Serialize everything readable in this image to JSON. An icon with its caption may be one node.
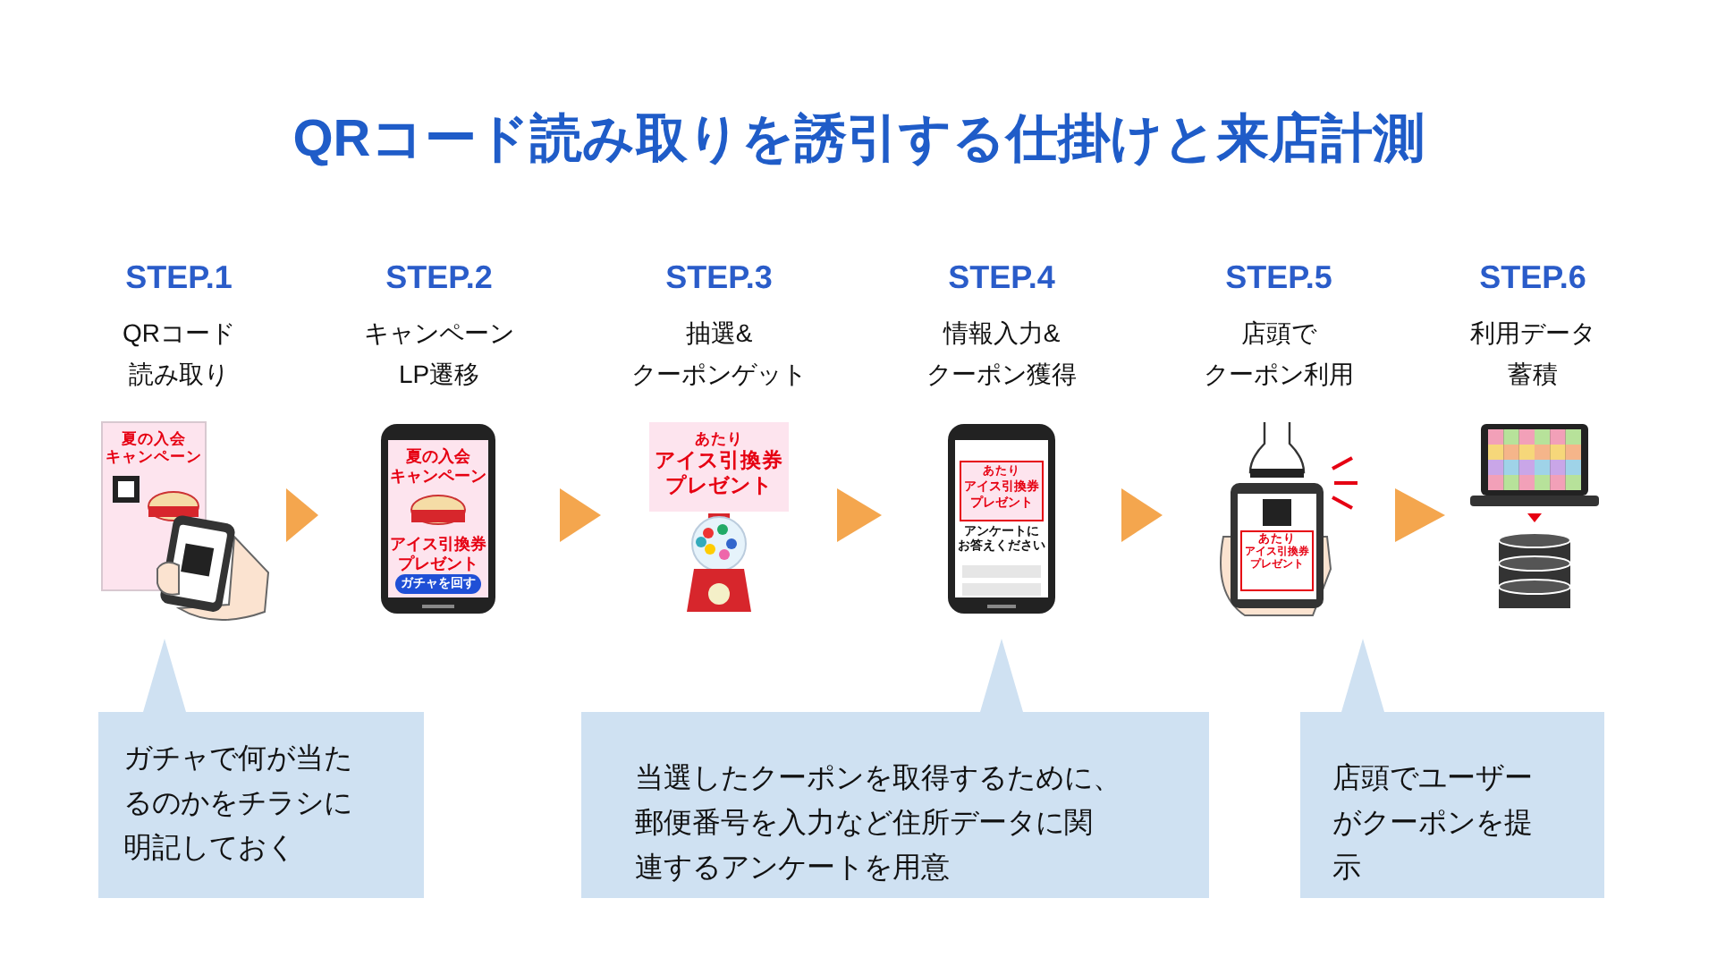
{
  "diagram": {
    "title": "QRコード読み取りを誘引する仕掛けと来店計測",
    "nodes": [
      {
        "text": [
          "STEP.1",
          "QRコード読み取り"
        ]
      },
      {
        "text": [
          "STEP.2",
          "キャンペーンLP遷移"
        ]
      },
      {
        "text": [
          "STEP.3",
          "抽選&クーポンゲット"
        ]
      },
      {
        "text": [
          "STEP.4",
          "情報入力&クーポン獲得"
        ]
      },
      {
        "text": [
          "STEP.5",
          "店頭でクーポン利用"
        ]
      },
      {
        "text": [
          "STEP.6",
          "利用データ蓄積"
        ]
      },
      {
        "text": [
          "ガチャで何が当たるのかをチラシに明記しておく"
        ]
      },
      {
        "text": [
          "当選したクーポンを取得するために、郵便番号を入力など住所データに関連するアンケートを用意"
        ]
      },
      {
        "text": [
          "店頭でユーザーがクーポンを提示"
        ]
      }
    ],
    "edges": [
      {
        "from": 0,
        "to": 1,
        "arrow": "to"
      },
      {
        "from": 1,
        "to": 2,
        "arrow": "to"
      },
      {
        "from": 2,
        "to": 3,
        "arrow": "to"
      },
      {
        "from": 3,
        "to": 4,
        "arrow": "to"
      },
      {
        "from": 4,
        "to": 5,
        "arrow": "to"
      }
    ],
    "labels": [
      "夏の入会キャンペーン",
      "夏の入会キャンペーン",
      "アイス引換券プレゼント",
      "ガチャを回す",
      "あたり",
      "アイス引換券プレゼント",
      "あたり",
      "アイス引換券プレゼント",
      "アンケートにお答えください",
      "あたり",
      "アイス引換券プレゼント"
    ]
  }
}
